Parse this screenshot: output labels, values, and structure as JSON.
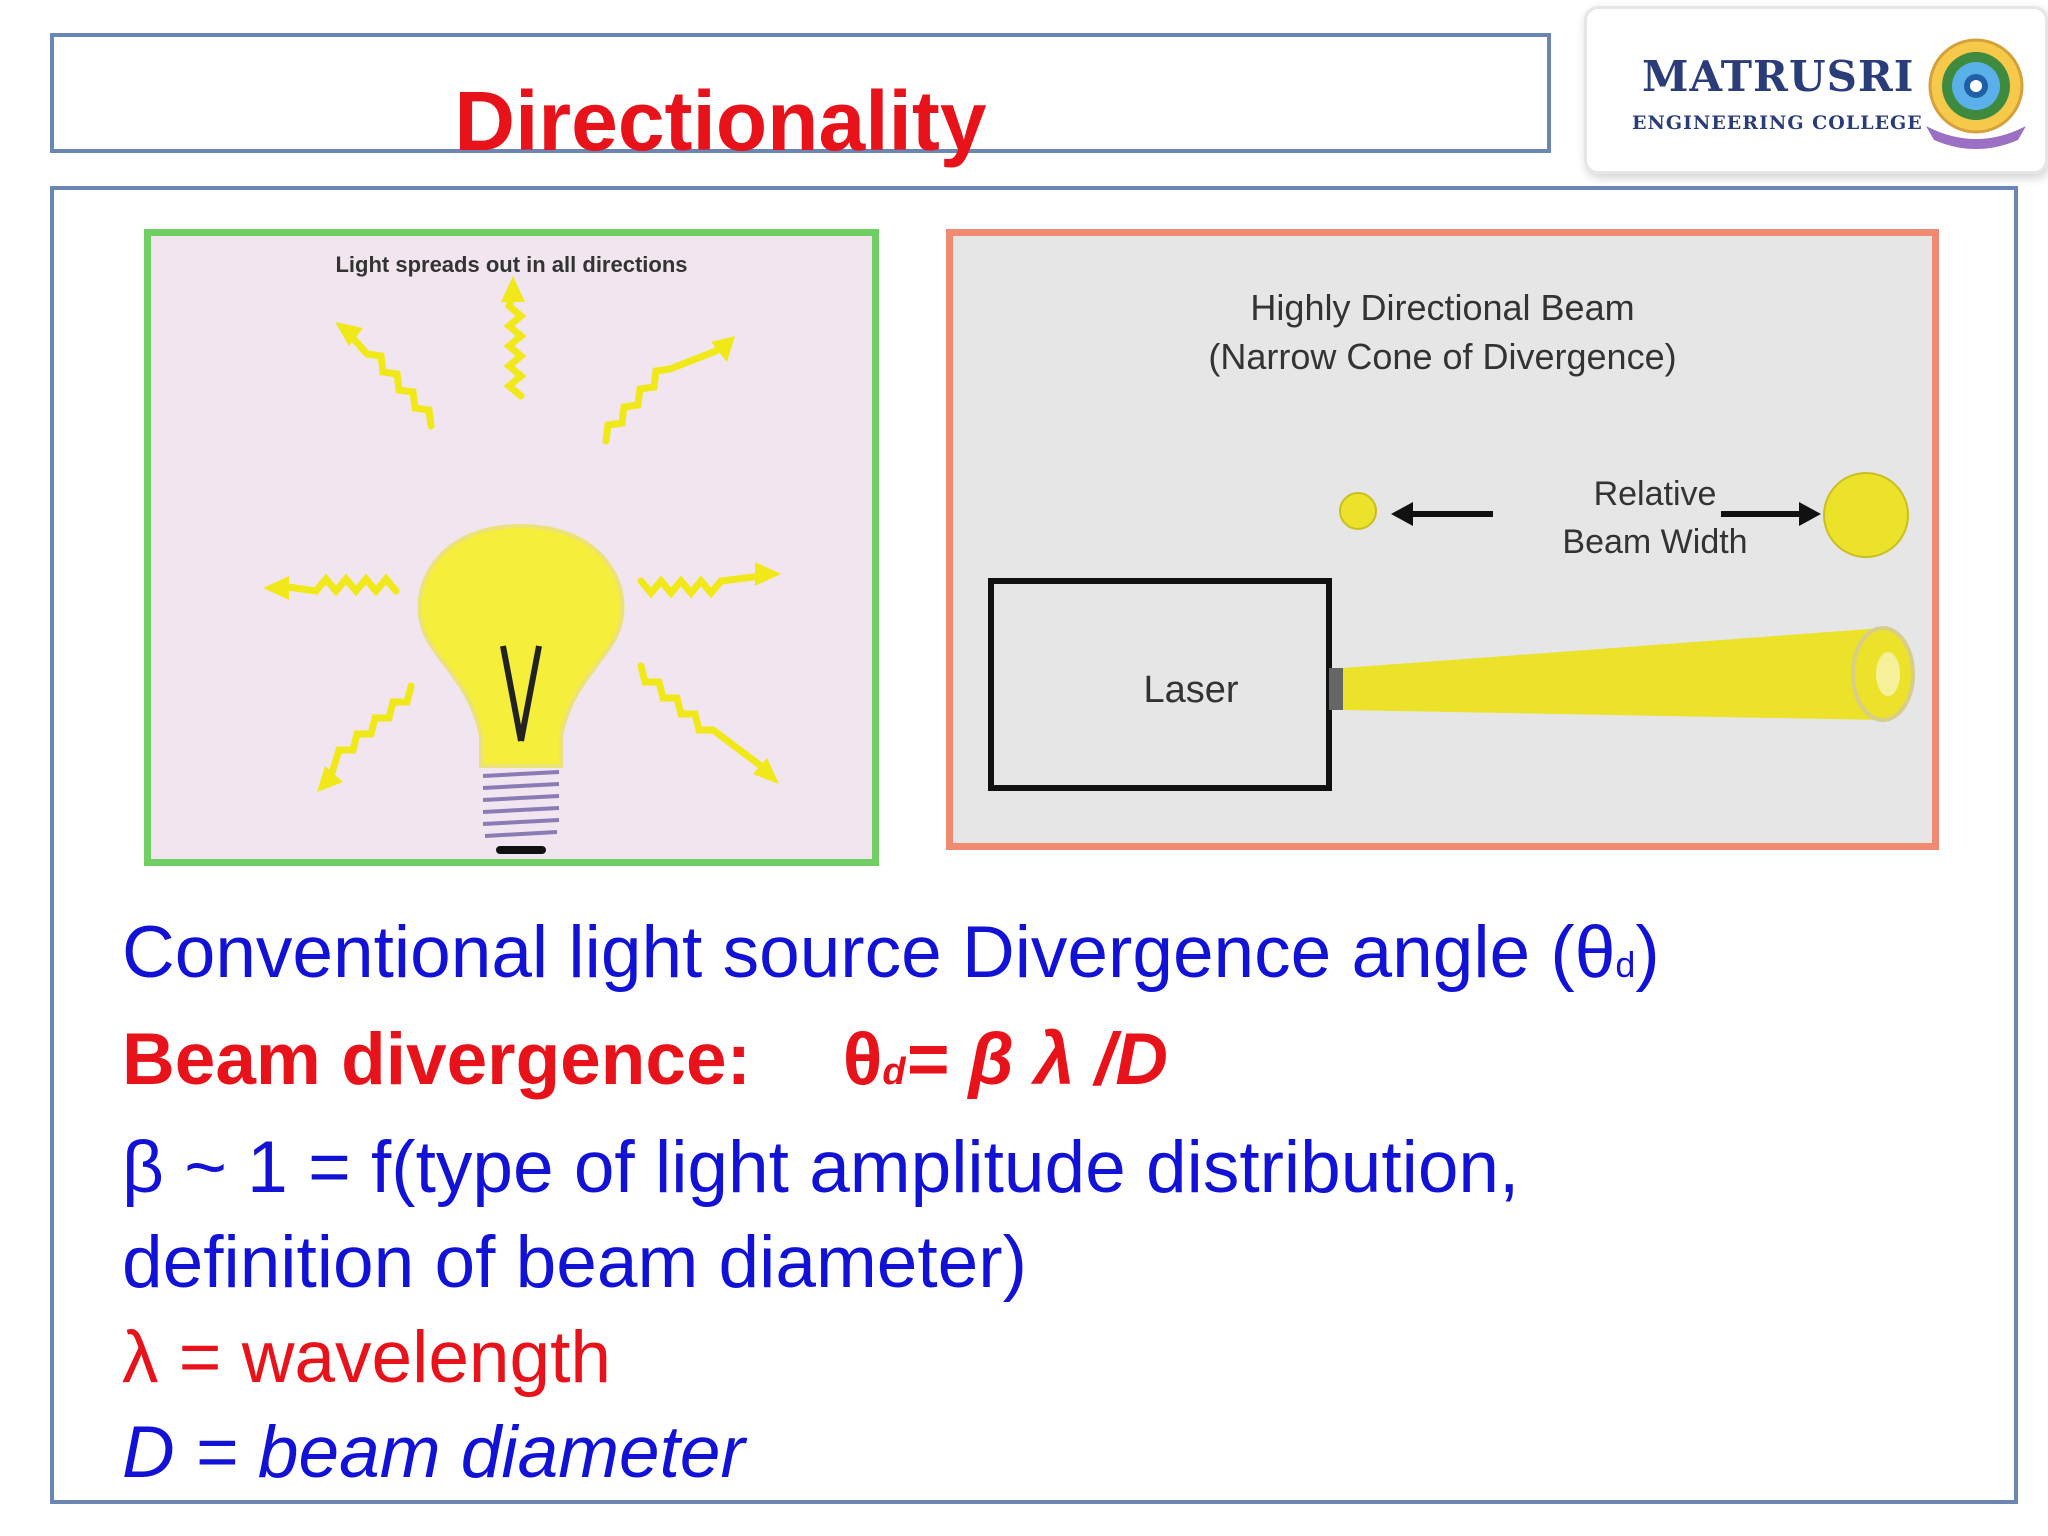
{
  "slide": {
    "title": "Directionality"
  },
  "logo": {
    "name": "MATRUSRI",
    "subtitle": "ENGINEERING COLLEGE"
  },
  "figures": {
    "bulb": {
      "caption": "Light spreads out in all directions"
    },
    "laser": {
      "caption_line1": "Highly Directional Beam",
      "caption_line2": "(Narrow Cone of Divergence)",
      "relative_line1": "Relative",
      "relative_line2": "Beam Width",
      "laser_label": "Laser"
    }
  },
  "text": {
    "line1_text": "Conventional light source Divergence angle (θ",
    "line1_sub": "d",
    "line1_close": ")",
    "line2_label": "Beam divergence:",
    "line2_theta": "θ",
    "line2_sub": "d",
    "line2_eq": "= β λ /D",
    "line3": "β ~ 1 = f(type of light amplitude distribution,",
    "line4": "definition of beam diameter)",
    "line5": "λ = wavelength",
    "line6": "D = beam diameter"
  },
  "colors": {
    "title_red": "#e8121a",
    "body_blue": "#1212d6",
    "frame_blue": "#6b85b5",
    "bulb_border_green": "#6fcf63",
    "laser_border_orange": "#f08a70",
    "light_yellow": "#f0e818"
  }
}
